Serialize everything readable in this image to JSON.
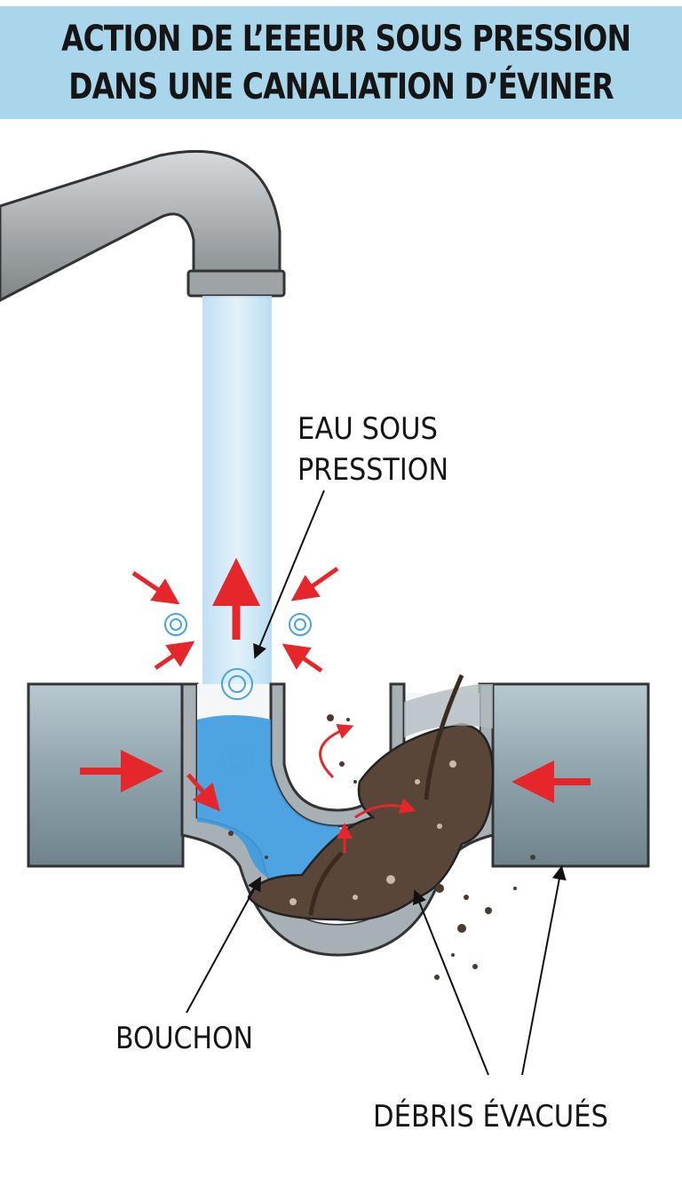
{
  "title": {
    "line1": "ACTION DE L’EEEUR SOUS PRESSION",
    "line2": "DANS UNE CANALIATION D’ÉVINER"
  },
  "labels": {
    "water_line1": "EAU SOUS",
    "water_line2": "PRESSTION",
    "plug": "BOUCHON",
    "debris": "DÉBRIS ÉVACUÉS"
  },
  "colors": {
    "banner": "#aad6ec",
    "pipe": "#9aaab4",
    "water": "#3c9be0",
    "arrow": "#e5262b",
    "clog": "#5a4638"
  }
}
